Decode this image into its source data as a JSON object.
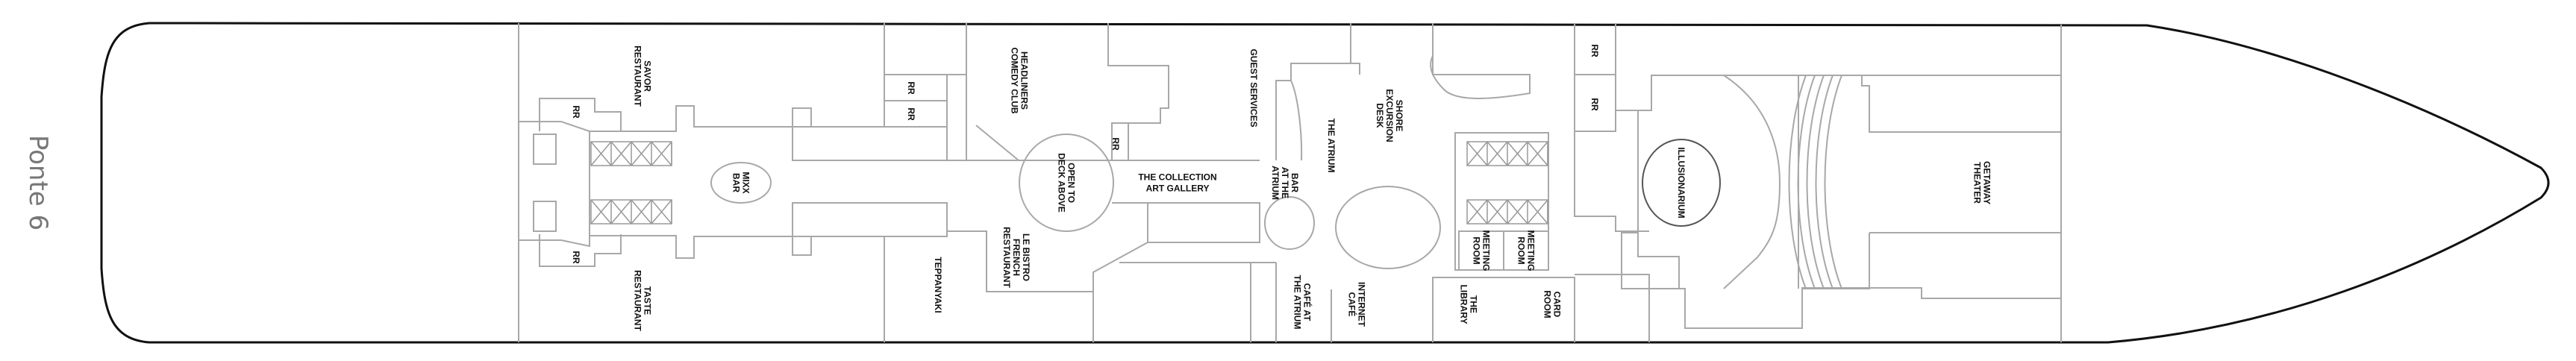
{
  "deck_title": "Ponte 6",
  "colors": {
    "hull": "#111111",
    "walls": "#a8a8a8",
    "title": "#777777"
  },
  "rooms": {
    "savor": [
      "SAVOR",
      "RESTAURANT"
    ],
    "taste": [
      "TASTE",
      "RESTAURANT"
    ],
    "rr1": [
      "RR"
    ],
    "rr2": [
      "RR"
    ],
    "rr3": [
      "RR"
    ],
    "rr4": [
      "RR"
    ],
    "rr5": [
      "RR"
    ],
    "rr6": [
      "RR"
    ],
    "rr7": [
      "RR"
    ],
    "mixx": [
      "MIXX",
      "BAR"
    ],
    "headliners": [
      "HEADLINERS",
      "COMEDY CLUB"
    ],
    "open_deck": [
      "OPEN TO",
      "DECK ABOVE"
    ],
    "bistro": [
      "LE BISTRO",
      "FRENCH",
      "RESTAURANT"
    ],
    "teppanyaki": [
      "TEPPANYAKI"
    ],
    "collection": [
      "THE COLLECTION",
      "ART GALLERY"
    ],
    "guest_services": [
      "GUEST SERVICES"
    ],
    "atrium": [
      "THE ATRIUM"
    ],
    "bar_atrium": [
      "BAR",
      "AT THE",
      "ATRIUM"
    ],
    "shore": [
      "SHORE",
      "EXCURSION",
      "DESK"
    ],
    "meeting1": [
      "MEETING",
      "ROOM"
    ],
    "meeting2": [
      "MEETING",
      "ROOM"
    ],
    "cafe_atrium": [
      "CAFÉ AT",
      "THE ATRIUM"
    ],
    "internet": [
      "INTERNET",
      "CAFÉ"
    ],
    "library": [
      "THE",
      "LIBRARY"
    ],
    "card": [
      "CARD",
      "ROOM"
    ],
    "illusionarium": [
      "ILLUSIONARIUM"
    ],
    "getaway": [
      "GETAWAY",
      "THEATER"
    ]
  }
}
